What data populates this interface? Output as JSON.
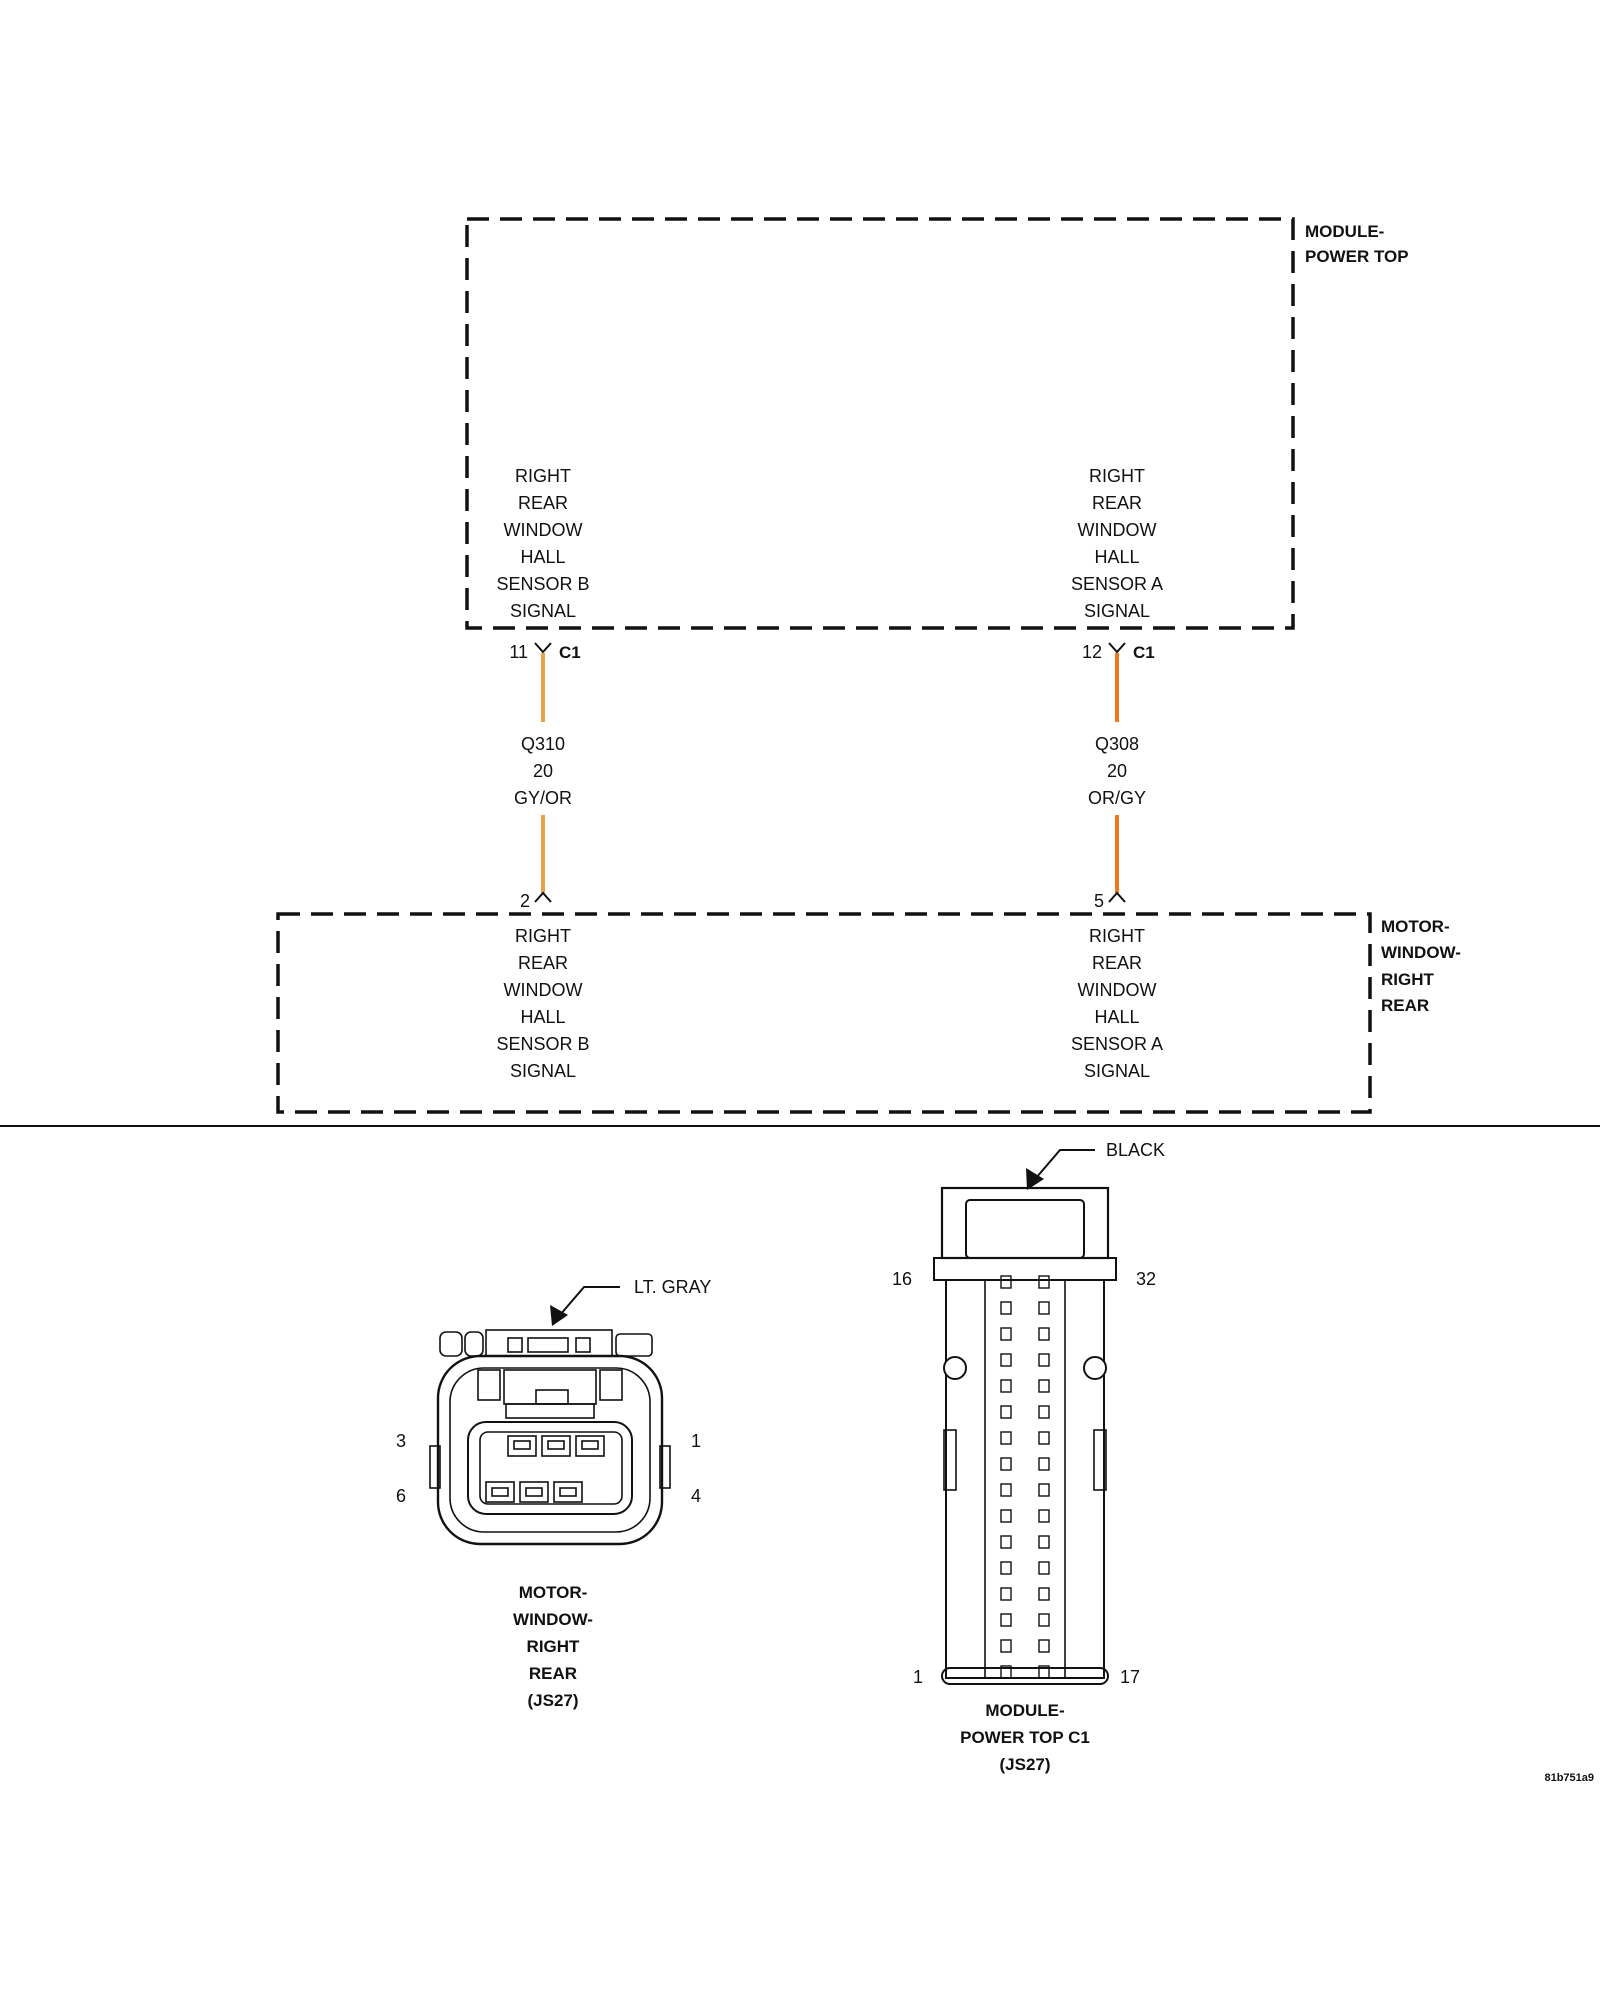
{
  "module_power_top": {
    "name_lines": [
      "MODULE-",
      "POWER TOP"
    ],
    "pin_b_func": [
      "RIGHT",
      "REAR",
      "WINDOW",
      "HALL",
      "SENSOR B",
      "SIGNAL"
    ],
    "pin_a_func": [
      "RIGHT",
      "REAR",
      "WINDOW",
      "HALL",
      "SENSOR A",
      "SIGNAL"
    ],
    "pin_b_num": "11",
    "pin_a_num": "12",
    "connector_b": "C1",
    "connector_a": "C1"
  },
  "wires": [
    {
      "circuit": "Q310",
      "gauge": "20",
      "color_code": "GY/OR",
      "color": "#e8a24c"
    },
    {
      "circuit": "Q308",
      "gauge": "20",
      "color_code": "OR/GY",
      "color": "#ee7a1c"
    }
  ],
  "motor_window": {
    "name_lines": [
      "MOTOR-",
      "WINDOW-",
      "RIGHT",
      "REAR"
    ],
    "pin_b_num": "2",
    "pin_a_num": "5",
    "pin_b_func": [
      "RIGHT",
      "REAR",
      "WINDOW",
      "HALL",
      "SENSOR B",
      "SIGNAL"
    ],
    "pin_a_func": [
      "RIGHT",
      "REAR",
      "WINDOW",
      "HALL",
      "SENSOR A",
      "SIGNAL"
    ]
  },
  "connector_motor": {
    "color": "LT. GRAY",
    "pins": {
      "top_left": "3",
      "top_right": "1",
      "bottom_left": "6",
      "bottom_right": "4"
    },
    "caption": [
      "MOTOR-",
      "WINDOW-",
      "RIGHT",
      "REAR",
      "(JS27)"
    ]
  },
  "connector_module": {
    "color": "BLACK",
    "pins": {
      "top_left": "16",
      "top_right": "32",
      "bottom_left": "1",
      "bottom_right": "17"
    },
    "caption": [
      "MODULE-",
      "POWER TOP C1",
      "(JS27)"
    ]
  },
  "figure_id": "81b751a9"
}
